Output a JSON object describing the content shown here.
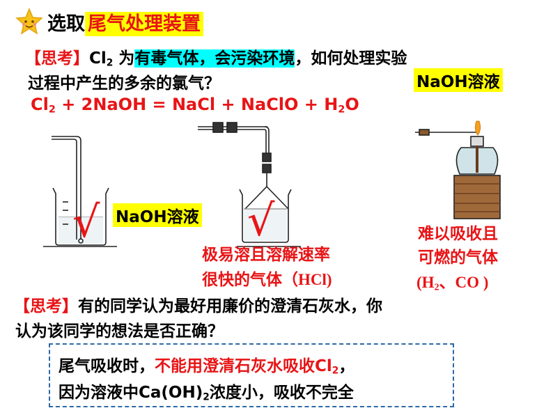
{
  "title": {
    "prefix": "选取",
    "highlight": "尾气处理装置"
  },
  "think1": {
    "bracket": "【思考】",
    "cl": "Cl",
    "cl_sub": "2",
    "word_wei": " 为",
    "toxic": "有毒气体，会污染环境",
    "rest": "，如何处理实验",
    "line2": "过程中产生的多余的氯气？"
  },
  "naoh_top_label": "NaOH溶液",
  "equation": {
    "p1": "Cl",
    "s1": "2",
    "p2": " + 2NaOH = NaCl + NaClO + H",
    "s2": "2",
    "p3": "O"
  },
  "naoh_mid_label": "NaOH溶液",
  "check_mark": "√",
  "label_fast": {
    "line1": "极易溶且溶解速率",
    "line2a": "很快的气体（",
    "gas": "HCl",
    "line2b": ")"
  },
  "label_hard": {
    "line1": "难以吸收且",
    "line2": "可燃的气体",
    "open": "(H",
    "sub": "2",
    "mid": "、CO",
    "close": " )"
  },
  "think2": {
    "bracket": "【思考】",
    "line1": "有的同学认为最好用廉价的澄清石灰水，你",
    "line2": "认为该同学的想法是否正确？"
  },
  "answer": {
    "a1": "尾气吸收时，",
    "a2": "不能用澄清石灰水吸收Cl",
    "a2_sub": "2",
    "a3": "，",
    "b1": "因为溶液中Ca(OH)",
    "b1_sub": "2",
    "b2": "浓度小，吸收不完全"
  },
  "colors": {
    "red": "#e81416",
    "yellow": "#ffff00",
    "cyan": "#00ffff",
    "box_border": "#2b6aa8"
  }
}
